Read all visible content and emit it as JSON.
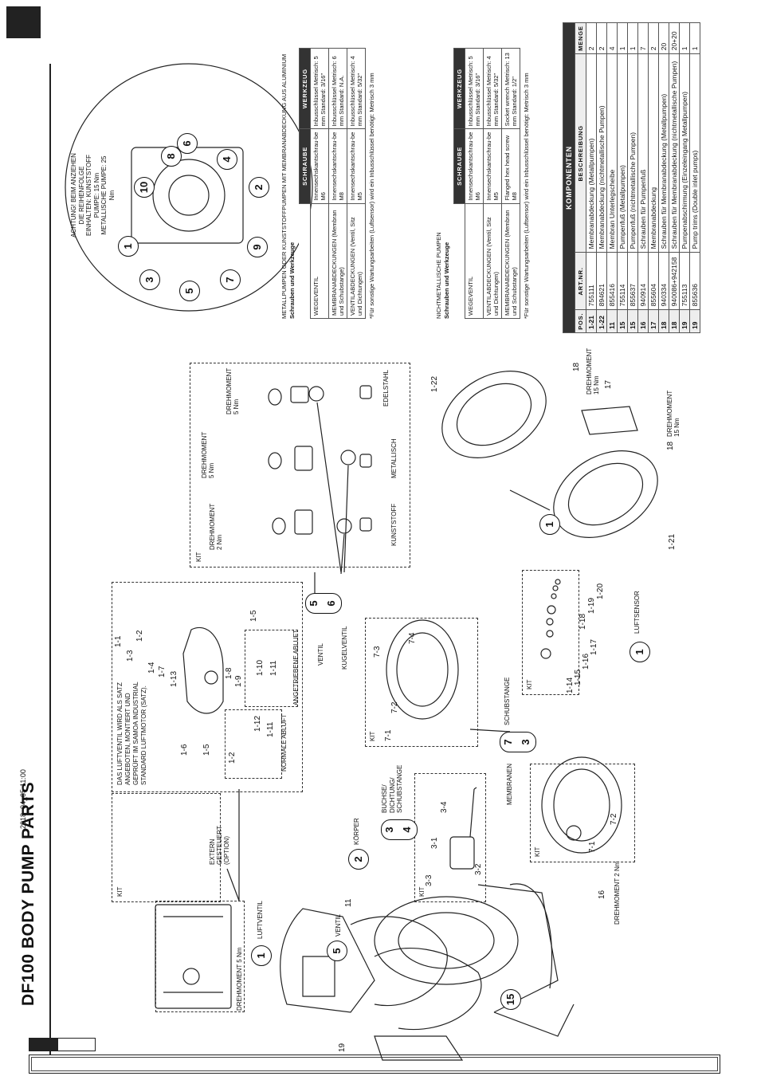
{
  "page": {
    "title": "DF100 BODY PUMP PARTS",
    "date": "2018_04_05-11:00"
  },
  "left_assembly": {
    "callouts": [
      "1",
      "5",
      "15",
      "2",
      "3",
      "4",
      "7",
      "3"
    ],
    "labels": {
      "luftventil": "LUFTVENTIL",
      "ventil": "VENTIL",
      "korper": "KÖRPER",
      "buchse": "BUCHSE/ DICHTUNG/ SCHUBSTANGE",
      "membranen": "MEMBRANEN",
      "schubstange": "SCHUBSTANGE",
      "drehmoment_5nm": "DREHMOMENT 5 Nm",
      "drehmoment_2nm": "DREHMOMENT 2 Nm",
      "part_16": "16",
      "part_19": "19",
      "part_11": "11",
      "extern": "EXTERN GESTEUERT (OPTION)",
      "kit": "KIT"
    },
    "stem_parts": [
      "3-1",
      "3-2",
      "3-3",
      "3-4"
    ],
    "membrane_parts": [
      "7-1",
      "7-2"
    ]
  },
  "air_valve": {
    "note": "DAS LUFTVENTIL WIRD ALS SATZ ANGEBOTEN, MONTIERT UND GEPRÜFT IM SAMOA INDUSTRIAL STANDARD LUFTMOTOR (SATZ).",
    "parts": [
      "1-1",
      "1-2",
      "1-3",
      "1-4",
      "1-5",
      "1-6",
      "1-7",
      "1-8",
      "1-9",
      "1-10",
      "1-11",
      "1-12",
      "1-13",
      "1-5",
      "1-2",
      "1-11"
    ],
    "normale_abluft": "NORMALE ABLUFT",
    "angetriebene_abluft": "ANGETRIEBENE ABLUFT"
  },
  "middle_column": {
    "ventil": "VENTIL",
    "kugelventil": "KUGELVENTIL",
    "schubstange": "SCHUBSTANGE",
    "membrane_kit_parts": [
      "7-1",
      "7-2",
      "7-3",
      "7-4"
    ],
    "callout_5": "5",
    "callout_6": "6"
  },
  "valve_kit": {
    "kunststoff": "KUNSTSTOFF",
    "metallisch": "METALLISCH",
    "edelstahl": "EDELSTAHL",
    "drehmoment_2": "DREHMOMENT 2 Nm",
    "drehmoment_5a": "DREHMOMENT 5 Nm",
    "drehmoment_5b": "DREHMOMENT 5 Nm",
    "kit": "KIT"
  },
  "air_sensor": {
    "label": "LUFTSENSOR",
    "parts": [
      "1-14",
      "1-15",
      "1-16",
      "1-17",
      "1-18",
      "1-19",
      "1-20"
    ],
    "callout": "1"
  },
  "covers": {
    "parts": [
      "1-21",
      "1-22",
      "17",
      "18",
      "18"
    ],
    "drehmoment": "DREHMOMENT 15 Nm",
    "callout": "1"
  },
  "torque_diagram": {
    "warning": "ACHTUNG! BEIM ANZIEHEN DIE REIHENFOLGE EINHALTEN: KUNSTSTOFF PUMPE: 15 Nm METALLISCHE PUMPE: 25 Nm",
    "sequence": [
      "1",
      "2",
      "3",
      "4",
      "5",
      "6",
      "7",
      "8",
      "9",
      "10"
    ]
  },
  "table_metal": {
    "heading": "METALLPUMPEN ODER KUNSTSTOFFPUMPEN MIT MEMBRANABDECKUNG AUS ALUMINIUM",
    "subheading": "Schrauben und Werkzeuge",
    "columns": [
      "",
      "SCHRAUBE",
      "WERKZEUG"
    ],
    "rows": [
      [
        "WEGEVENTIL",
        "Innensechskantschrau-be M6",
        "Inbusschlüssel Metrisch: 5 mm Standard: 3/16\""
      ],
      [
        "MEMBRANABDECKUNGEN (Membran und Schubstange)",
        "Innensechskantschrau-be M8",
        "Inbusschlüssel Metrisch: 6 mm Standard: N.A."
      ],
      [
        "VENTILABDECKUNGEN (Ventil, Sitz und Dichtungen)",
        "Innensechskantschrau-be M5",
        "Inbusschlüssel Metrisch: 4 mm Standard: 5/32\""
      ]
    ],
    "footnote": "*Für sonstige Wartungsarbeiten (Luftsensor) wird ein Inbusschlüssel benötigt: Metrisch 3 mm"
  },
  "table_nonmetal": {
    "heading": "NICHTMETALLISCHE PUMPEN",
    "subheading": "Schrauben und Werkzeuge",
    "columns": [
      "",
      "SCHRAUBE",
      "WERKZEUG"
    ],
    "rows": [
      [
        "WEGEVENTIL",
        "Innensechskantschrau-be M6",
        "Inbusschlüssel Metrisch: 5 mm Standard: 3/16\""
      ],
      [
        "VENTILABDECKUNGEN (Ventil, Sitz und Dichtungen)",
        "Innensechskantschrau-be M5",
        "Inbusschlüssel Metrisch: 4 mm Standard: 5/32\""
      ],
      [
        "MEMBRANABDECKUNGEN (Membran und Schubstange)",
        "Flanged hex head screw M8",
        "Socket wrench Metrisch: 13 mm Standard: 1/2\""
      ]
    ],
    "footnote": "*Für sonstige Wartungsarbeiten (Luftsensor) wird ein Inbusschlüssel benötigt: Metrisch 3 mm"
  },
  "components": {
    "title": "KOMPONENTEN",
    "columns": [
      "POS.",
      "ART.NR.",
      "BESCHREIBUNG",
      "MENGE"
    ],
    "rows": [
      [
        "1-21",
        "755111",
        "Membranabdeckung (Metallpumpen)",
        "2"
      ],
      [
        "1-22",
        "894621",
        "Membranabdeckung (nichtmetallische Pumpen)",
        "2"
      ],
      [
        "11",
        "855416",
        "Membran Unterlegscheibe",
        "4"
      ],
      [
        "15",
        "755114",
        "Pumpenfuß (Metallpumpen)",
        "1"
      ],
      [
        "15",
        "855637",
        "Pumpenfuß (nichtmetallische Pumpen)",
        "1"
      ],
      [
        "16",
        "940914",
        "Schrauben für Pumpenfuß",
        "7"
      ],
      [
        "17",
        "855604",
        "Membranabdeckung",
        "2"
      ],
      [
        "18",
        "940334",
        "Schrauben für Membranabdeckung (Metallpumpen)",
        "20"
      ],
      [
        "18",
        "940086+942158",
        "Schrauben für Membranabdeckung (nichtmetallische Pumpen)",
        "20+20"
      ],
      [
        "19",
        "755113",
        "Pumpenabschirmung (Einzeleingang Metallpumpen)",
        "1"
      ],
      [
        "19",
        "855636",
        "Pump trims (Double inlet pumps)",
        "1"
      ]
    ]
  }
}
